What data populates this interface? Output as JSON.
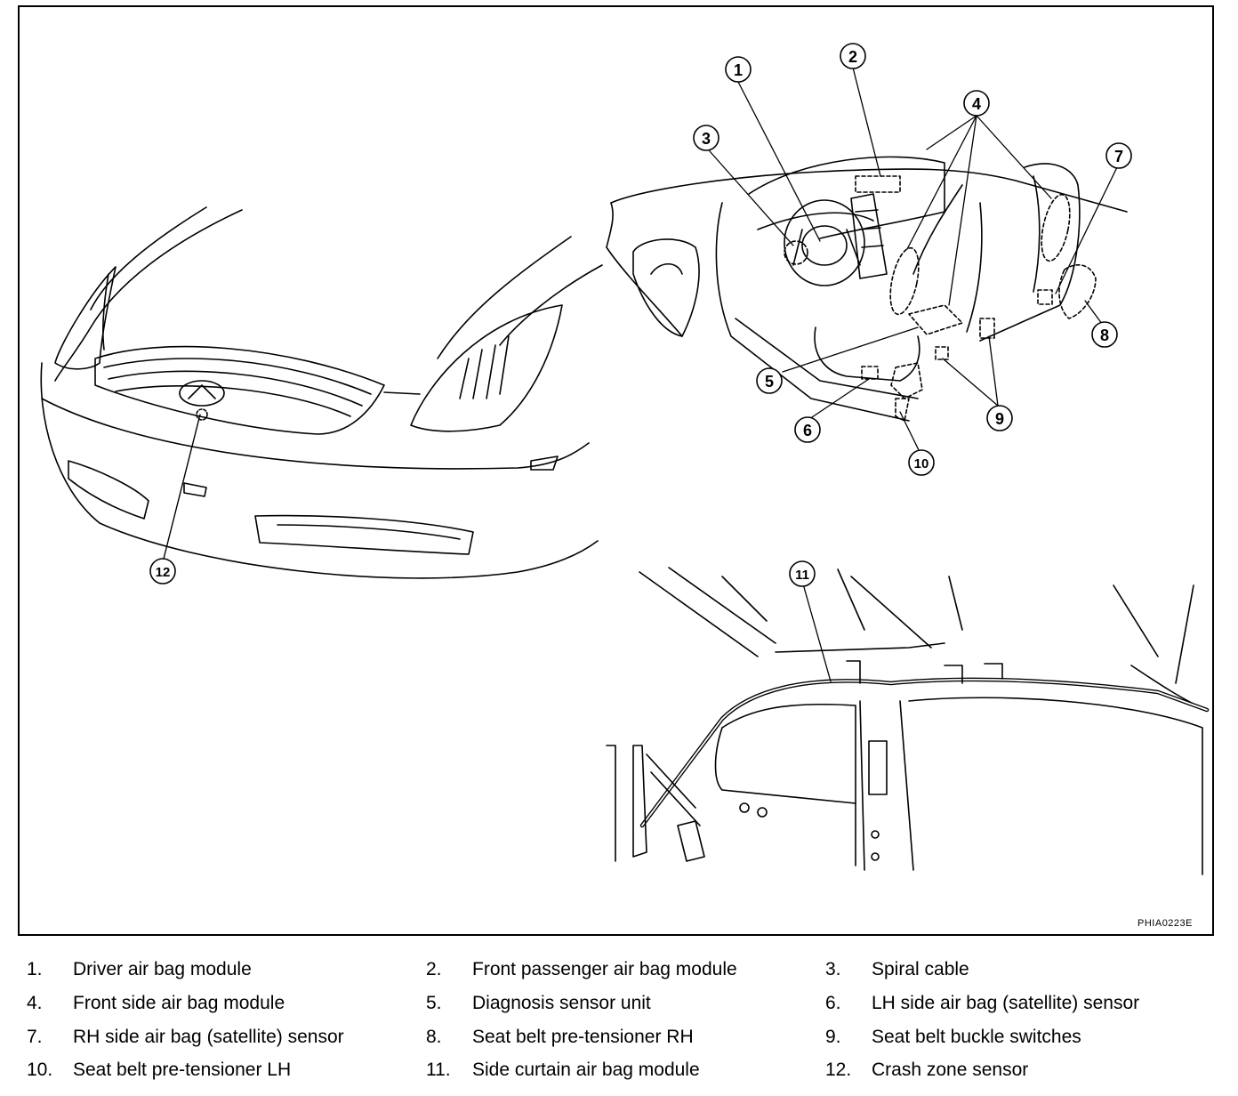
{
  "figure": {
    "code": "PHIA0223E",
    "callouts": [
      "1",
      "2",
      "3",
      "4",
      "5",
      "6",
      "7",
      "8",
      "9",
      "10",
      "11",
      "12"
    ]
  },
  "legend": [
    {
      "num": "1.",
      "label": "Driver air bag module"
    },
    {
      "num": "2.",
      "label": "Front passenger air bag module"
    },
    {
      "num": "3.",
      "label": "Spiral cable"
    },
    {
      "num": "4.",
      "label": "Front side air bag module"
    },
    {
      "num": "5.",
      "label": "Diagnosis sensor unit"
    },
    {
      "num": "6.",
      "label": "LH side air bag (satellite) sensor"
    },
    {
      "num": "7.",
      "label": "RH side air bag (satellite) sensor"
    },
    {
      "num": "8.",
      "label": "Seat belt pre-tensioner RH"
    },
    {
      "num": "9.",
      "label": "Seat belt buckle switches"
    },
    {
      "num": "10.",
      "label": "Seat belt pre-tensioner LH"
    },
    {
      "num": "11.",
      "label": "Side curtain air bag module"
    },
    {
      "num": "12.",
      "label": "Crash zone sensor"
    }
  ]
}
